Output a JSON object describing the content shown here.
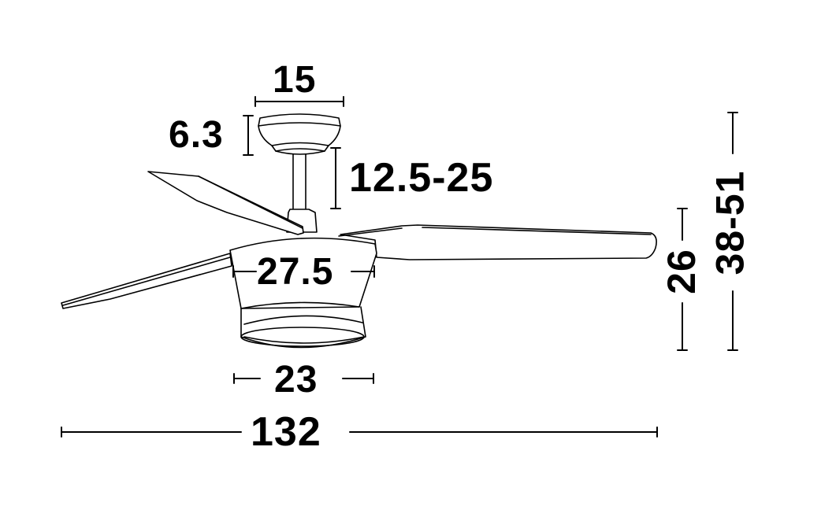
{
  "diagram": {
    "subject": "Ceiling fan with light – dimension drawing",
    "colors": {
      "line": "#000000",
      "background": "#ffffff"
    },
    "dimensions": {
      "canopy_width": "15",
      "canopy_height": "6.3",
      "downrod_length": "12.5-25",
      "light_housing_width": "27.5",
      "light_diffuser_width": "23",
      "blade_span": "132",
      "body_height": "26",
      "total_height": "38-51"
    }
  }
}
